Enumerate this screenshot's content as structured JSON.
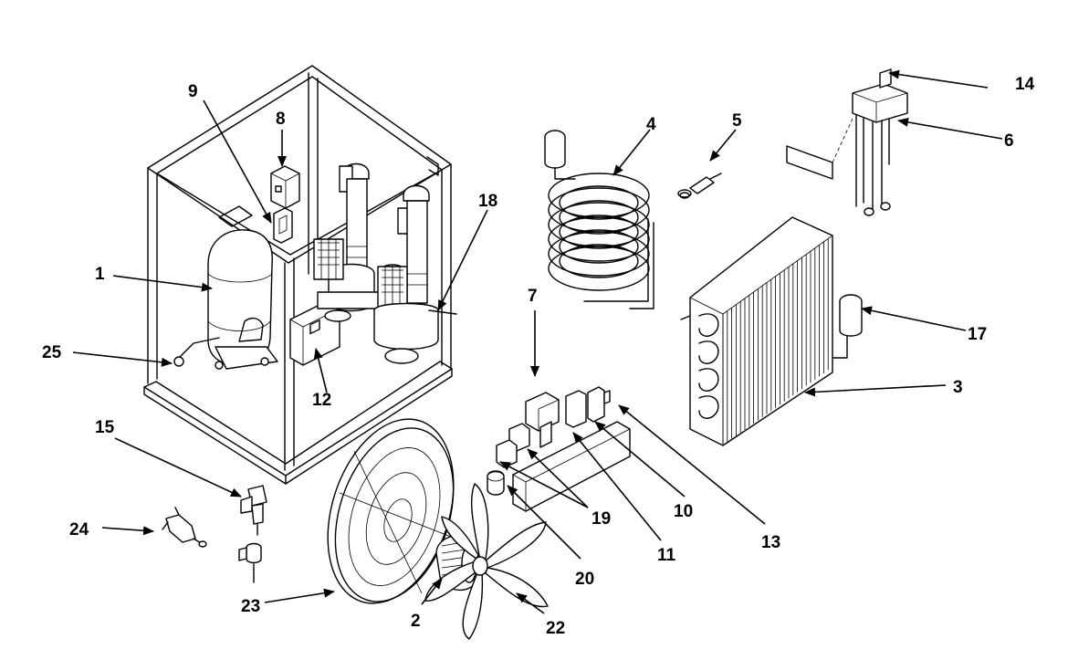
{
  "callouts": [
    {
      "id": "1",
      "text": "1"
    },
    {
      "id": "2",
      "text": "2"
    },
    {
      "id": "3",
      "text": "3"
    },
    {
      "id": "4",
      "text": "4"
    },
    {
      "id": "5",
      "text": "5"
    },
    {
      "id": "6",
      "text": "6"
    },
    {
      "id": "7",
      "text": "7"
    },
    {
      "id": "8",
      "text": "8"
    },
    {
      "id": "9",
      "text": "9"
    },
    {
      "id": "10",
      "text": "10"
    },
    {
      "id": "11",
      "text": "11"
    },
    {
      "id": "12",
      "text": "12"
    },
    {
      "id": "13",
      "text": "13"
    },
    {
      "id": "14",
      "text": "14"
    },
    {
      "id": "15",
      "text": "15"
    },
    {
      "id": "17",
      "text": "17"
    },
    {
      "id": "18",
      "text": "18"
    },
    {
      "id": "19",
      "text": "19"
    },
    {
      "id": "20",
      "text": "20"
    },
    {
      "id": "22",
      "text": "22"
    },
    {
      "id": "23",
      "text": "23"
    },
    {
      "id": "24",
      "text": "24"
    },
    {
      "id": "25",
      "text": "25"
    }
  ]
}
